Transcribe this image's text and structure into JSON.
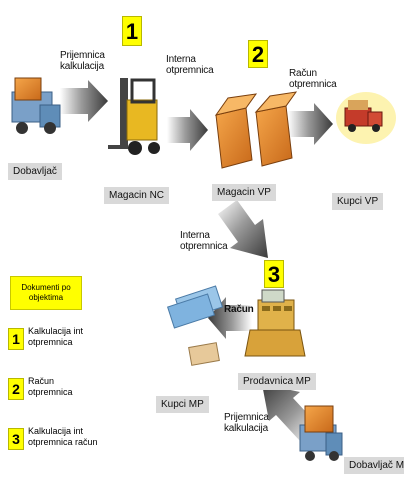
{
  "nodes": {
    "dobavljac": "Dobavljač",
    "magacin_nc": "Magacin NC",
    "magacin_vp": "Magacin VP",
    "kupci_vp": "Kupci VP",
    "prodavnica_mp": "Prodavnica MP",
    "kupci_mp": "Kupci MP",
    "dobavljac_mp": "Dobavljač MP"
  },
  "flows": {
    "f1": "Prijemnica kalkulacija",
    "f2": "Interna otpremnica",
    "f3": "Račun otpremnica",
    "f4": "Interna otpremnica",
    "f5": "Račun",
    "f6": "Prijemnica kalkulacija"
  },
  "badges": {
    "b1": "1",
    "b2": "2",
    "b3": "3"
  },
  "legend": {
    "title": "Dokumenti po objektima",
    "items": [
      {
        "num": "1",
        "text": "Kalkulacija int otpremnica"
      },
      {
        "num": "2",
        "text": "Račun otpremnica"
      },
      {
        "num": "3",
        "text": "Kalkulacija int otpremnica račun"
      }
    ]
  },
  "colors": {
    "badge": "#ffff00",
    "node_box": "#d9d9d9",
    "arrow": "#555555"
  }
}
